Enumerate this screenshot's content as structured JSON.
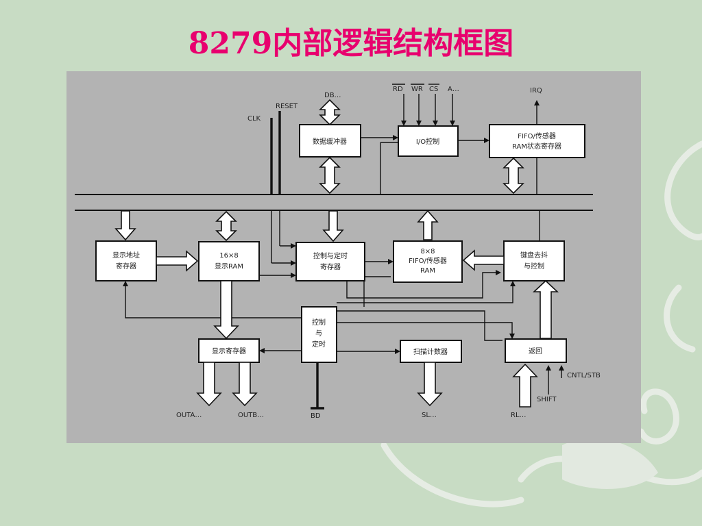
{
  "slide": {
    "title": "8279内部逻辑结构框图"
  },
  "colors": {
    "background": "#c8dcc4",
    "title": "#e8006e",
    "panel": "#b3b3b3",
    "line": "#111111",
    "box_fill": "#ffffff",
    "decoration": "#e6ece4"
  },
  "diagram": {
    "signals": {
      "db": "DB…",
      "rd": "RD",
      "wr": "WR",
      "cs": "CS",
      "a0": "A…",
      "irq": "IRQ",
      "reset": "RESET",
      "clk": "CLK",
      "outa": "OUTA…",
      "outb": "OUTB…",
      "bd": "BD",
      "sl": "SL…",
      "rl": "RL…",
      "shift": "SHIFT",
      "cntl_stb": "CNTL/STB"
    },
    "blocks": {
      "data_buffer": [
        "数据缓冲器"
      ],
      "io_control": [
        "I/O控制"
      ],
      "fifo_status": [
        "FIFO/传感器",
        "RAM状态寄存器"
      ],
      "display_addr": [
        "显示地址",
        "寄存器"
      ],
      "display_ram": [
        "16×8",
        "显示RAM"
      ],
      "cmd_timing": [
        "控制与定时",
        "寄存器"
      ],
      "fifo_ram": [
        "8×8",
        "FIFO/传感器",
        "RAM"
      ],
      "key_debounce": [
        "键盘去抖",
        "与控制"
      ],
      "display_reg": [
        "显示寄存器"
      ],
      "control_timing": [
        "控制",
        "与",
        "定时"
      ],
      "scan_counter": [
        "扫描计数器"
      ],
      "return_buffer": [
        "返回"
      ]
    }
  }
}
